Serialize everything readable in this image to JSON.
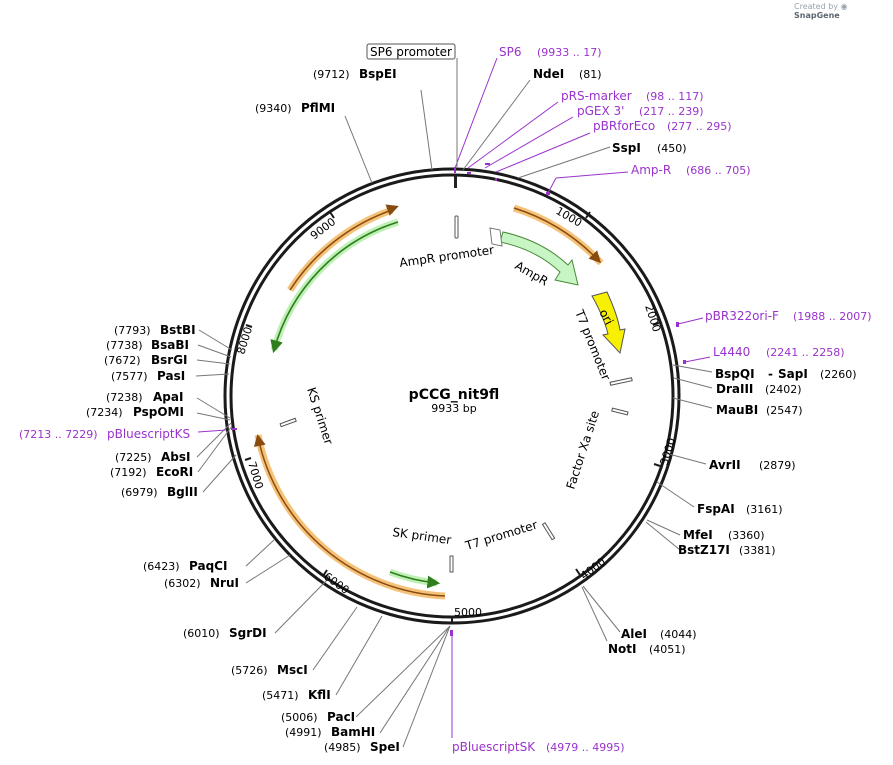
{
  "credit": {
    "prefix": "Created by",
    "brand": "SnapGene"
  },
  "plasmid": {
    "name": "pCCG_nit9fl",
    "size_label": "9933 bp",
    "length": 9933
  },
  "boxed_label": "SP6 promoter",
  "enzymes": [
    {
      "name": "BspEI",
      "pos": "(9712)"
    },
    {
      "name": "PflMI",
      "pos": "(9340)"
    },
    {
      "name": "NdeI",
      "pos": "(81)"
    },
    {
      "name": "SspI",
      "pos": "(450)"
    },
    {
      "name": "BstBI",
      "pos": "(7793)"
    },
    {
      "name": "BsaBI",
      "pos": "(7738)"
    },
    {
      "name": "BsrGI",
      "pos": "(7672)"
    },
    {
      "name": "PasI",
      "pos": "(7577)"
    },
    {
      "name": "ApaI",
      "pos": "(7238)"
    },
    {
      "name": "PspOMI",
      "pos": "(7234)"
    },
    {
      "name": "AbsI",
      "pos": "(7225)"
    },
    {
      "name": "EcoRI",
      "pos": "(7192)"
    },
    {
      "name": "BglII",
      "pos": "(6979)"
    },
    {
      "name": "PaqCI",
      "pos": "(6423)"
    },
    {
      "name": "NruI",
      "pos": "(6302)"
    },
    {
      "name": "SgrDI",
      "pos": "(6010)"
    },
    {
      "name": "MscI",
      "pos": "(5726)"
    },
    {
      "name": "KflI",
      "pos": "(5471)"
    },
    {
      "name": "PacI",
      "pos": "(5006)"
    },
    {
      "name": "BamHI",
      "pos": "(4991)"
    },
    {
      "name": "SpeI",
      "pos": "(4985)"
    },
    {
      "name": "BspQI",
      "name2": "SapI",
      "sep": "-",
      "pos": "(2260)"
    },
    {
      "name": "DraIII",
      "pos": "(2402)"
    },
    {
      "name": "MauBI",
      "pos": "(2547)"
    },
    {
      "name": "AvrII",
      "pos": "(2879)"
    },
    {
      "name": "FspAI",
      "pos": "(3161)"
    },
    {
      "name": "MfeI",
      "pos": "(3360)"
    },
    {
      "name": "BstZ17I",
      "pos": "(3381)"
    },
    {
      "name": "AleI",
      "pos": "(4044)"
    },
    {
      "name": "NotI",
      "pos": "(4051)"
    }
  ],
  "primers": [
    {
      "name": "SP6",
      "range": "(9933 .. 17)"
    },
    {
      "name": "pRS-marker",
      "range": "(98 .. 117)"
    },
    {
      "name": "pGEX 3'",
      "range": "(217 .. 239)"
    },
    {
      "name": "pBRforEco",
      "range": "(277 .. 295)"
    },
    {
      "name": "Amp-R",
      "range": "(686 .. 705)"
    },
    {
      "name": "pBR322ori-F",
      "range": "(1988 .. 2007)"
    },
    {
      "name": "L4440",
      "range": "(2241 .. 2258)"
    },
    {
      "name": "pBluescriptKS",
      "range": "(7213 .. 7229)"
    },
    {
      "name": "pBluescriptSK",
      "range": "(4979 .. 4995)"
    }
  ],
  "ticks": [
    "1000",
    "2000",
    "3000",
    "4000",
    "5000",
    "6000",
    "7000",
    "8000",
    "9000"
  ],
  "features": [
    {
      "name": "AmpR promoter"
    },
    {
      "name": "AmpR"
    },
    {
      "name": "ori"
    },
    {
      "name": "T7 promoter"
    },
    {
      "name": "Factor Xa site"
    },
    {
      "name": "T7 promoter"
    },
    {
      "name": "SK primer"
    },
    {
      "name": "KS primer"
    }
  ],
  "colors": {
    "backbone": "#1a1a1a",
    "primer": "#9933cc",
    "orange_feature": "#f5a623",
    "green_feature": "#2e8b1e",
    "ampr_fill": "#c8f5c4",
    "ori_fill": "#f7f000"
  }
}
